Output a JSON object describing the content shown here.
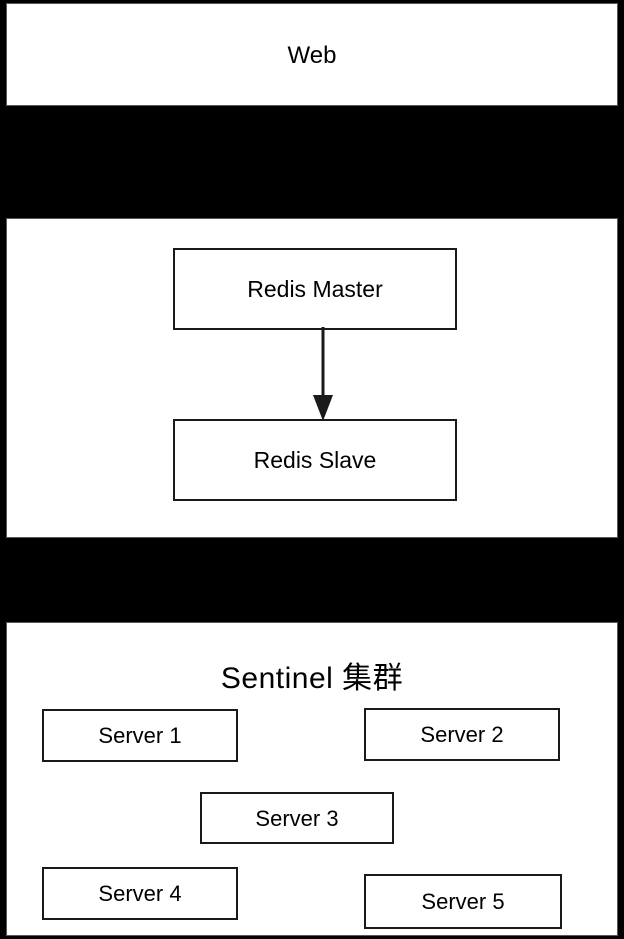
{
  "diagram": {
    "background_color": "#000000",
    "panel_fill": "#ffffff",
    "stroke_color": "#1a1a1a",
    "sections": {
      "web": {
        "title": "Web"
      },
      "redis": {
        "nodes": [
          {
            "label": "Redis Master"
          },
          {
            "label": "Redis Slave"
          }
        ],
        "connector": {
          "name": "replication-arrow",
          "from": "Redis Master",
          "to": "Redis Slave",
          "style": "solid-line-with-filled-arrowhead",
          "direction": "down"
        }
      },
      "sentinel": {
        "title": "Sentinel 集群",
        "servers": [
          {
            "label": "Server 1"
          },
          {
            "label": "Server 2"
          },
          {
            "label": "Server 3"
          },
          {
            "label": "Server 4"
          },
          {
            "label": "Server 5"
          }
        ]
      }
    }
  }
}
